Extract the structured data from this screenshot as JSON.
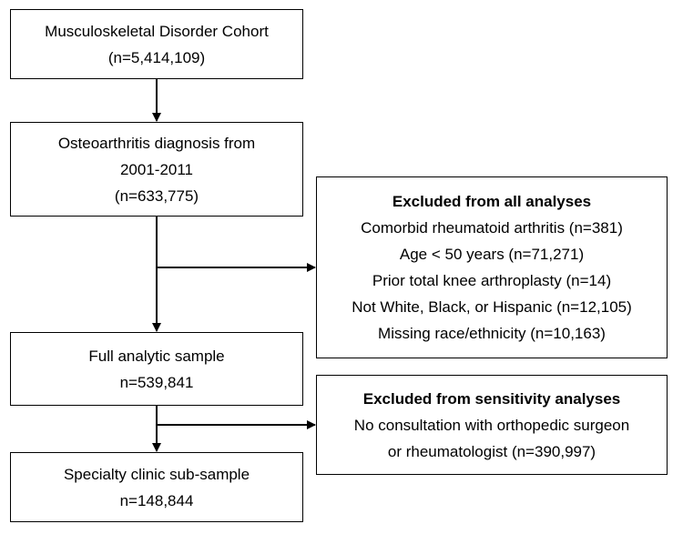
{
  "nodes": {
    "cohort": {
      "lines": [
        "Musculoskeletal Disorder Cohort",
        "(n=5,414,109)"
      ]
    },
    "oa": {
      "lines": [
        "Osteoarthritis diagnosis from",
        "2001-2011",
        "(n=633,775)"
      ]
    },
    "excluded_all": {
      "title": "Excluded from all analyses",
      "lines": [
        "Comorbid rheumatoid arthritis (n=381)",
        "Age < 50 years (n=71,271)",
        "Prior total knee arthroplasty (n=14)",
        "Not White, Black, or Hispanic (n=12,105)",
        "Missing race/ethnicity (n=10,163)"
      ]
    },
    "full": {
      "lines": [
        "Full analytic sample",
        "n=539,841"
      ]
    },
    "excluded_sensitivity": {
      "title": "Excluded from sensitivity analyses",
      "lines": [
        "No consultation with orthopedic surgeon",
        "or rheumatologist (n=390,997)"
      ]
    },
    "specialty": {
      "lines": [
        "Specialty clinic sub-sample",
        "n=148,844"
      ]
    }
  },
  "colors": {
    "stroke": "#000000",
    "background": "#ffffff"
  }
}
